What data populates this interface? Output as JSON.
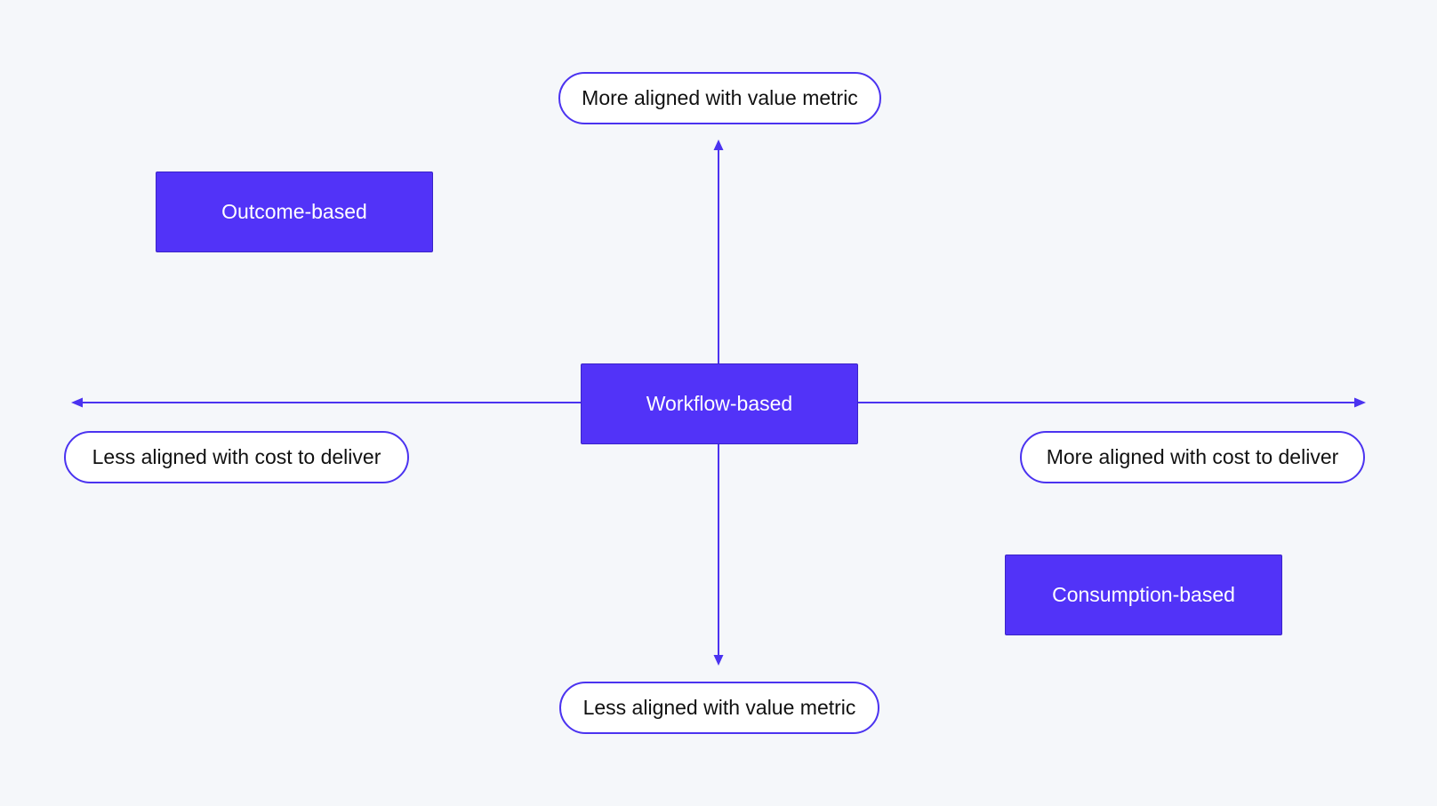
{
  "colors": {
    "background": "#f5f7fa",
    "accent": "#5233f8",
    "axis": "#4b33f0",
    "pill_background": "#ffffff",
    "pill_text": "#111111",
    "box_text": "#ffffff"
  },
  "axis_labels": {
    "top": "More aligned with value metric",
    "bottom": "Less aligned with value metric",
    "left": "Less aligned with cost to deliver",
    "right": "More aligned with cost to deliver"
  },
  "models": {
    "outcome": "Outcome-based",
    "workflow": "Workflow-based",
    "consumption": "Consumption-based"
  }
}
